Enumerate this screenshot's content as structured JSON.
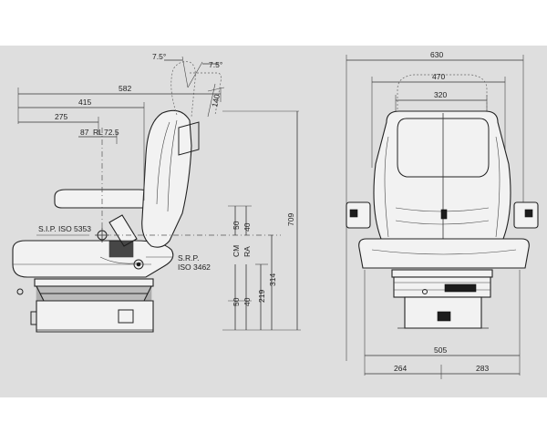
{
  "side_view": {
    "dims": {
      "angle_back_left": "7.5°",
      "angle_back_right": "7.5°",
      "overall_depth": "582",
      "depth_415": "415",
      "depth_275": "275",
      "sip_offset": "87",
      "rl_label": "RL",
      "rl_value": "72.5",
      "backrest_adjust": "140",
      "cm_upper": "50",
      "cm_lower": "50",
      "cm_label": "CM",
      "ra_upper": "40",
      "ra_lower": "40",
      "ra_label": "RA",
      "height_219": "219",
      "height_314": "314",
      "height_709": "709"
    },
    "labels": {
      "sip": "S.I.P.  ISO 5353",
      "srp_line1": "S.R.P.",
      "srp_line2": "ISO 3462"
    }
  },
  "front_view": {
    "dims": {
      "overall_width": "630",
      "width_470": "470",
      "width_320": "320",
      "width_505": "505",
      "left_half": "264",
      "right_half": "283"
    }
  }
}
